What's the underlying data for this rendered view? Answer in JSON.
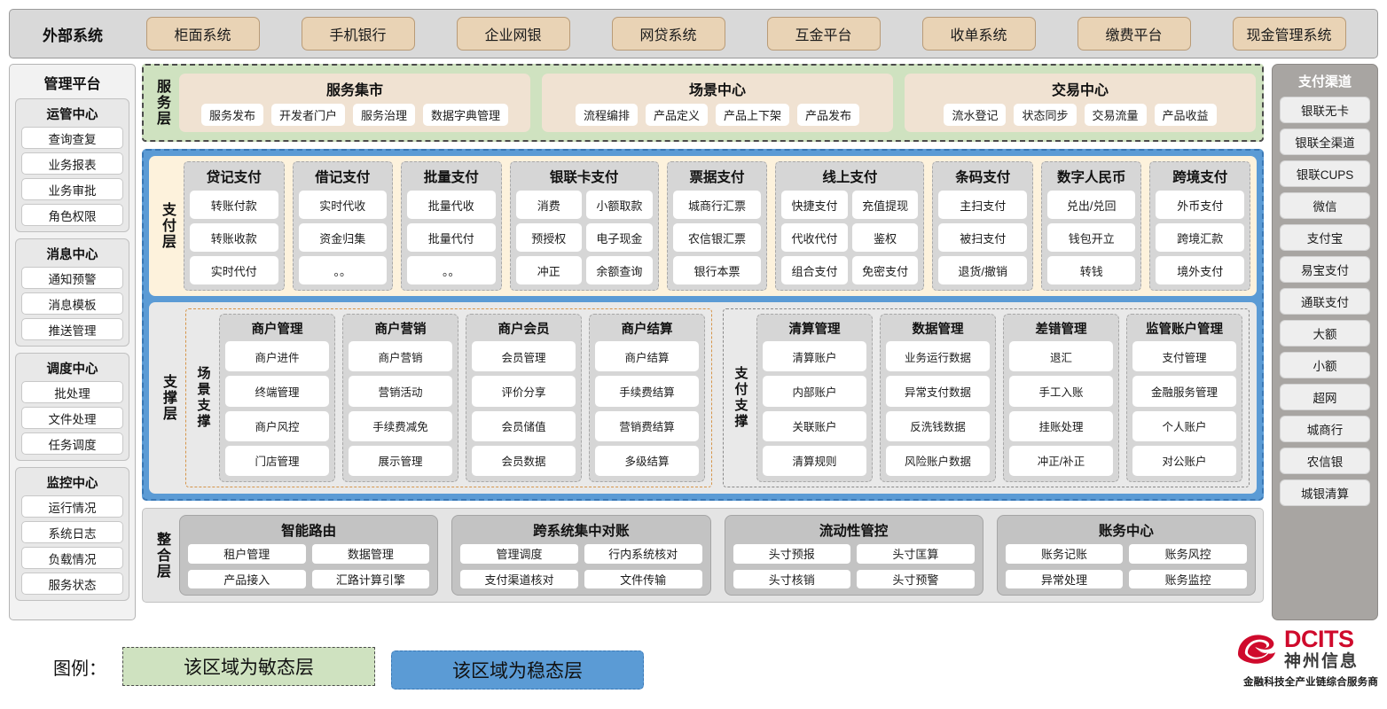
{
  "external_systems": {
    "title": "外部系统",
    "items": [
      "柜面系统",
      "手机银行",
      "企业网银",
      "网贷系统",
      "互金平台",
      "收单系统",
      "缴费平台",
      "现金管理系统"
    ]
  },
  "management_platform": {
    "title": "管理平台",
    "groups": [
      {
        "title": "运管中心",
        "items": [
          "查询查复",
          "业务报表",
          "业务审批",
          "角色权限"
        ]
      },
      {
        "title": "消息中心",
        "items": [
          "通知预警",
          "消息模板",
          "推送管理"
        ]
      },
      {
        "title": "调度中心",
        "items": [
          "批处理",
          "文件处理",
          "任务调度"
        ]
      },
      {
        "title": "监控中心",
        "items": [
          "运行情况",
          "系统日志",
          "负载情况",
          "服务状态"
        ]
      }
    ]
  },
  "payment_channels": {
    "title": "支付渠道",
    "items": [
      "银联无卡",
      "银联全渠道",
      "银联CUPS",
      "微信",
      "支付宝",
      "易宝支付",
      "通联支付",
      "大额",
      "小额",
      "超网",
      "城商行",
      "农信银",
      "城银清算"
    ]
  },
  "service_layer": {
    "label": "服务层",
    "groups": [
      {
        "title": "服务集市",
        "items": [
          "服务发布",
          "开发者门户",
          "服务治理",
          "数据字典管理"
        ]
      },
      {
        "title": "场景中心",
        "items": [
          "流程编排",
          "产品定义",
          "产品上下架",
          "产品发布"
        ]
      },
      {
        "title": "交易中心",
        "items": [
          "流水登记",
          "状态同步",
          "交易流量",
          "产品收益"
        ]
      }
    ]
  },
  "payment_layer": {
    "label": "支付层",
    "groups": [
      {
        "title": "贷记支付",
        "cols": 1,
        "items": [
          "转账付款",
          "转账收款",
          "实时代付"
        ]
      },
      {
        "title": "借记支付",
        "cols": 1,
        "items": [
          "实时代收",
          "资金归集",
          "。。"
        ]
      },
      {
        "title": "批量支付",
        "cols": 1,
        "items": [
          "批量代收",
          "批量代付",
          "。。"
        ]
      },
      {
        "title": "银联卡支付",
        "cols": 2,
        "items": [
          "消费",
          "小额取款",
          "预授权",
          "电子现金",
          "冲正",
          "余额查询"
        ]
      },
      {
        "title": "票据支付",
        "cols": 1,
        "items": [
          "城商行汇票",
          "农信银汇票",
          "银行本票"
        ]
      },
      {
        "title": "线上支付",
        "cols": 2,
        "items": [
          "快捷支付",
          "充值提现",
          "代收代付",
          "鉴权",
          "组合支付",
          "免密支付"
        ]
      },
      {
        "title": "条码支付",
        "cols": 1,
        "items": [
          "主扫支付",
          "被扫支付",
          "退货/撤销"
        ]
      },
      {
        "title": "数字人民币",
        "cols": 1,
        "items": [
          "兑出/兑回",
          "钱包开立",
          "转钱"
        ]
      },
      {
        "title": "跨境支付",
        "cols": 1,
        "items": [
          "外币支付",
          "跨境汇款",
          "境外支付"
        ]
      }
    ]
  },
  "support_layer": {
    "label": "支撑层",
    "halves": [
      {
        "label": "场景支撑",
        "groups": [
          {
            "title": "商户管理",
            "items": [
              "商户进件",
              "终端管理",
              "商户风控",
              "门店管理"
            ]
          },
          {
            "title": "商户营销",
            "items": [
              "商户营销",
              "营销活动",
              "手续费减免",
              "展示管理"
            ]
          },
          {
            "title": "商户会员",
            "items": [
              "会员管理",
              "评价分享",
              "会员储值",
              "会员数据"
            ]
          },
          {
            "title": "商户结算",
            "items": [
              "商户结算",
              "手续费结算",
              "营销费结算",
              "多级结算"
            ]
          }
        ]
      },
      {
        "label": "支付支撑",
        "groups": [
          {
            "title": "清算管理",
            "items": [
              "清算账户",
              "内部账户",
              "关联账户",
              "清算规则"
            ]
          },
          {
            "title": "数据管理",
            "items": [
              "业务运行数据",
              "异常支付数据",
              "反洗钱数据",
              "风险账户数据"
            ]
          },
          {
            "title": "差错管理",
            "items": [
              "退汇",
              "手工入账",
              "挂账处理",
              "冲正/补正"
            ]
          },
          {
            "title": "监管账户管理",
            "items": [
              "支付管理",
              "金融服务管理",
              "个人账户",
              "对公账户"
            ]
          }
        ]
      }
    ]
  },
  "integration_layer": {
    "label": "整合层",
    "groups": [
      {
        "title": "智能路由",
        "items": [
          "租户管理",
          "数据管理",
          "产品接入",
          "汇路计算引擎"
        ]
      },
      {
        "title": "跨系统集中对账",
        "items": [
          "管理调度",
          "行内系统核对",
          "支付渠道核对",
          "文件传输"
        ]
      },
      {
        "title": "流动性管控",
        "items": [
          "头寸预报",
          "头寸匡算",
          "头寸核销",
          "头寸预警"
        ]
      },
      {
        "title": "账务中心",
        "items": [
          "账务记账",
          "账务风控",
          "异常处理",
          "账务监控"
        ]
      }
    ]
  },
  "legend": {
    "label": "图例：",
    "agile": "该区域为敏态层",
    "stable": "该区域为稳态层"
  },
  "logo": {
    "en": "DCITS",
    "cn": "神州信息",
    "slogan": "金融科技全产业链综合服务商"
  },
  "colors": {
    "agile_green": "#cfe2c0",
    "stable_blue": "#5b9bd5",
    "payment_cream": "#fdf2dc",
    "external_chip": "#e9d3b5",
    "logo_red": "#cf0a2c"
  }
}
